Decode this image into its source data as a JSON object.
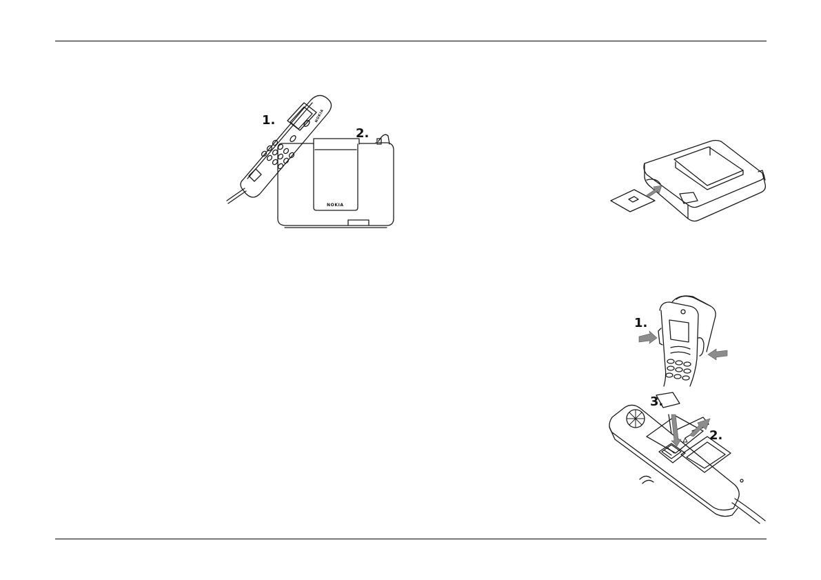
{
  "figures": {
    "desk_install": {
      "step1": "1.",
      "step2": "2.",
      "brand": "NOKIA"
    },
    "sim_transceiver": {},
    "handset_release": {
      "step1": "1."
    },
    "handset_sim": {
      "step2": "2.",
      "step3": "3."
    }
  },
  "colors": {
    "line": "#1a1a1a",
    "arrow": "#8c8c8c",
    "rule": "#000000"
  }
}
